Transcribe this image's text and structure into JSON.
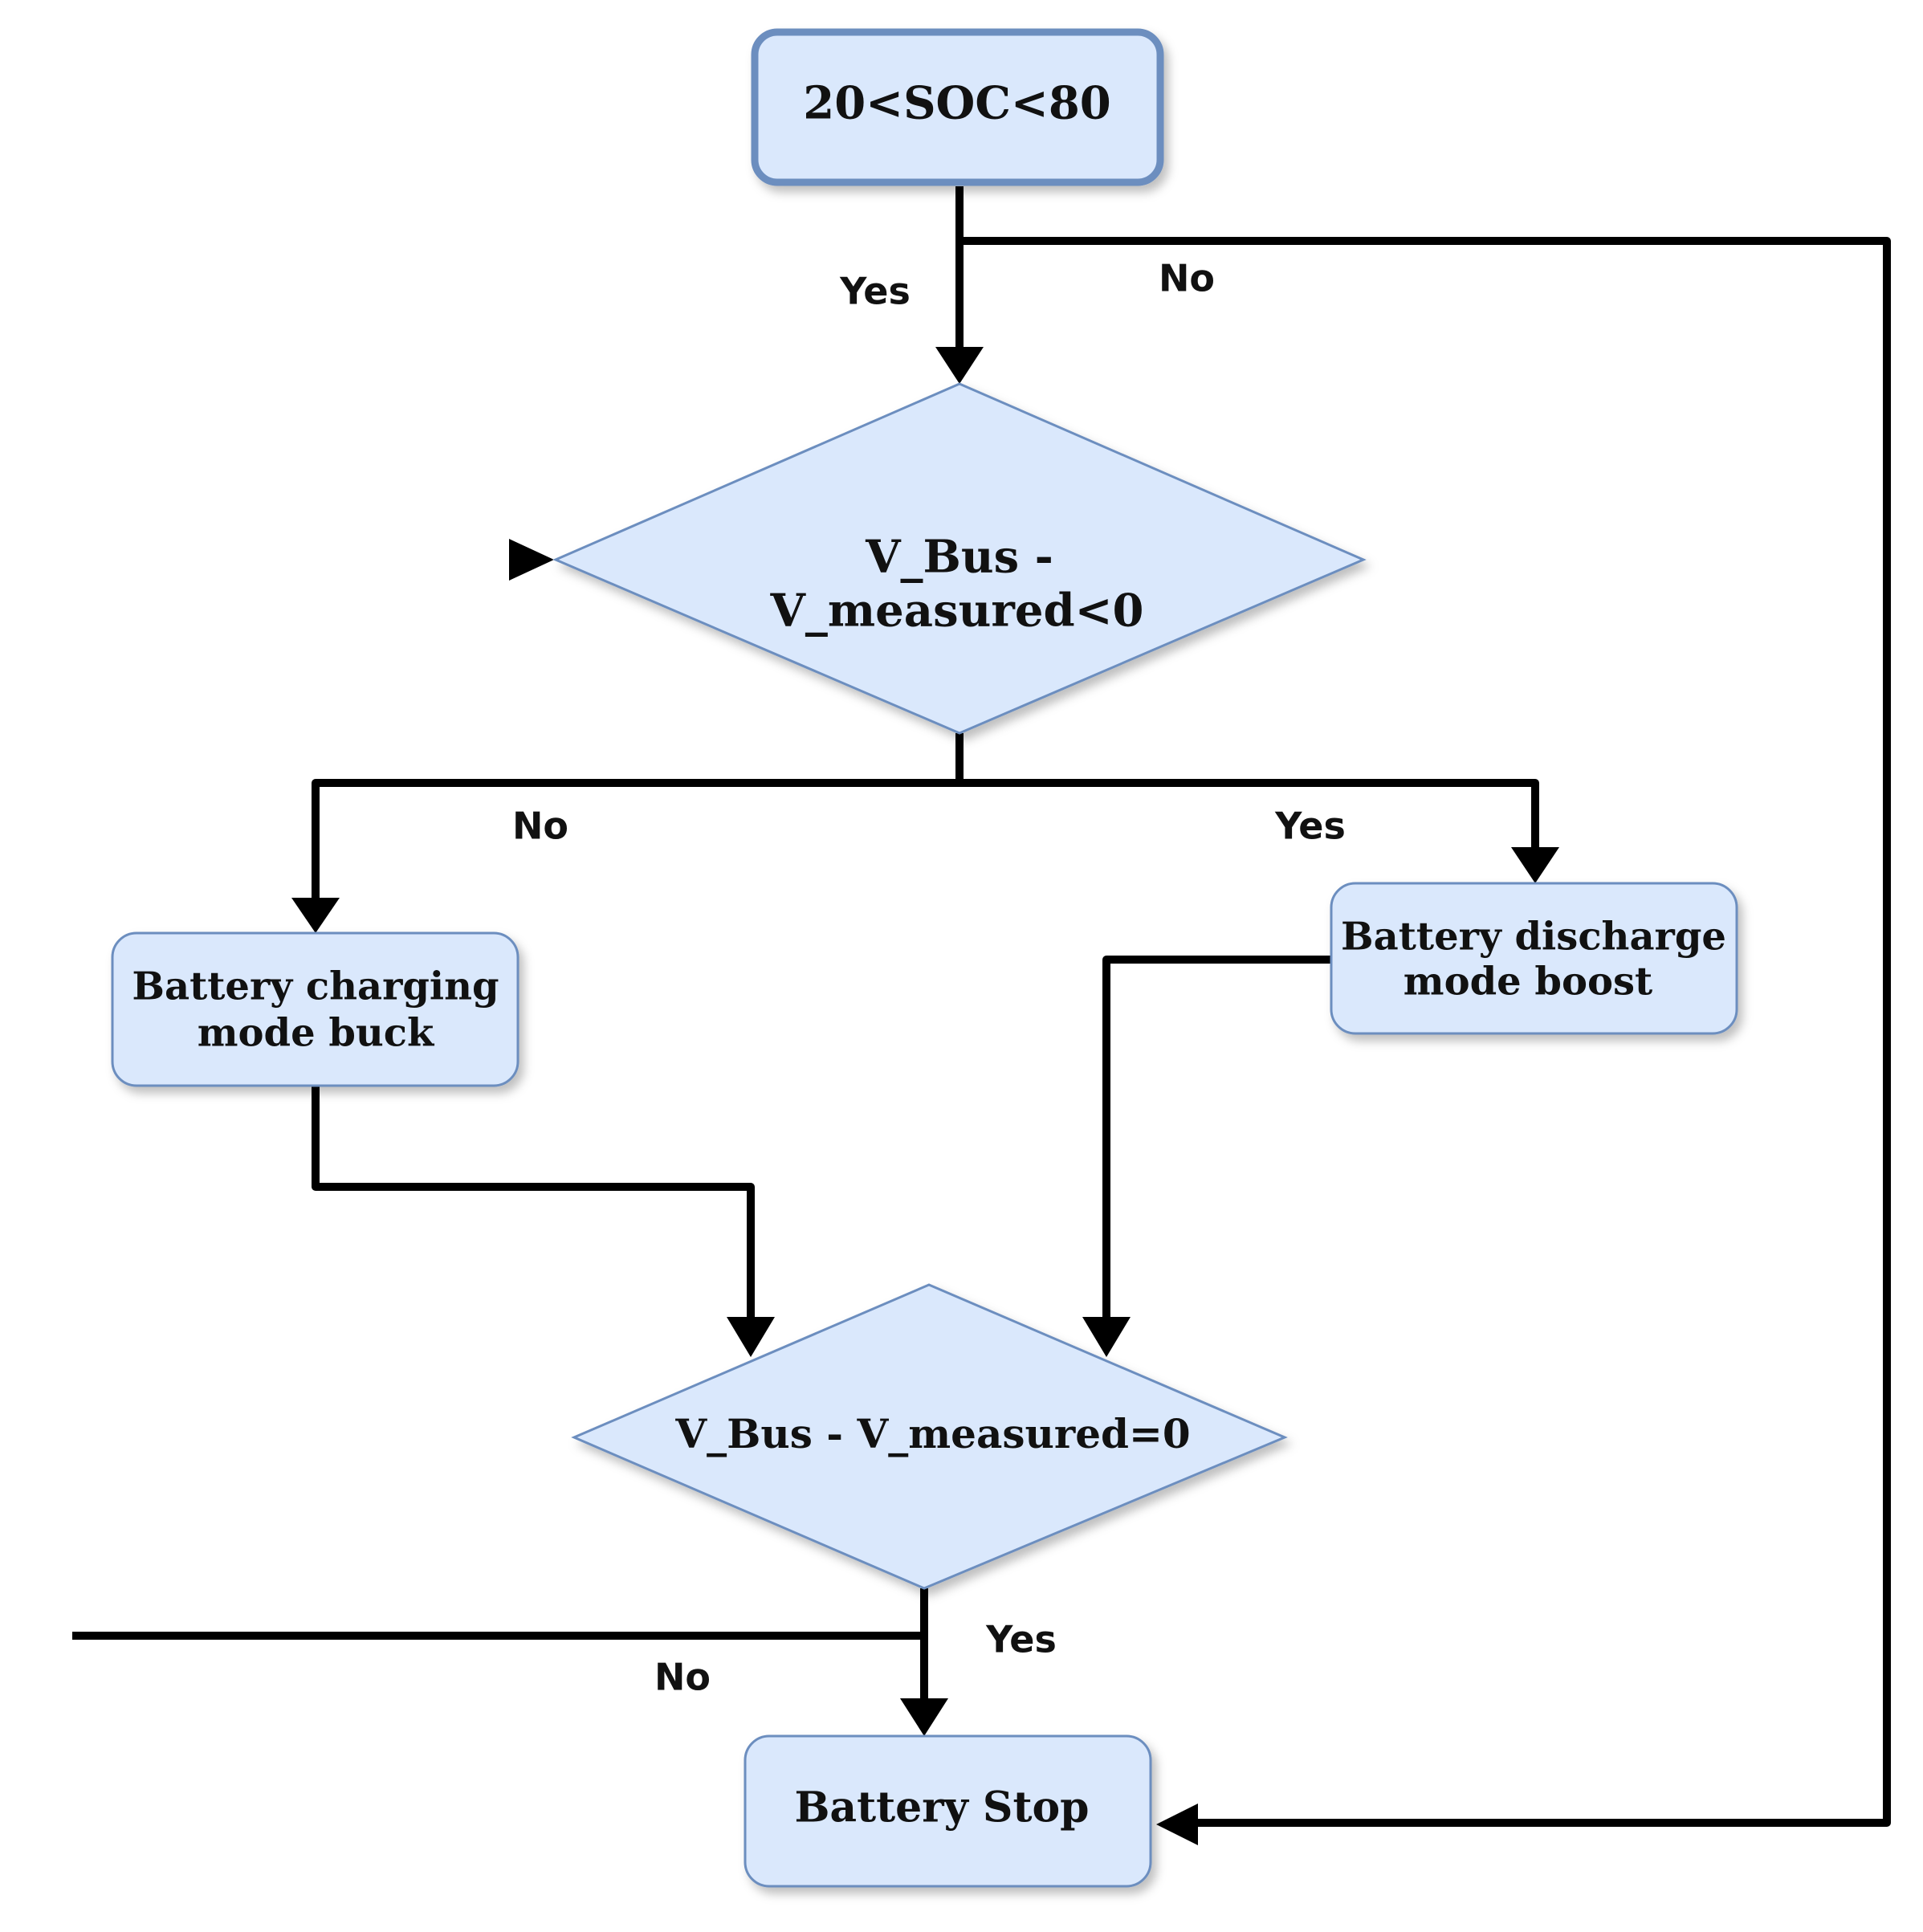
{
  "nodes": {
    "soc_check": "20<SOC<80",
    "vbus_lt": [
      "V_Bus -",
      "V_measured<0"
    ],
    "charging": [
      "Battery charging",
      "mode buck"
    ],
    "discharge": [
      "Battery discharge",
      "mode boost"
    ],
    "vbus_eq": "V_Bus - V_measured=0",
    "stop": "Battery Stop"
  },
  "edges": {
    "soc_yes": "Yes",
    "soc_no": "No",
    "vbus_lt_no": "No",
    "vbus_lt_yes": "Yes",
    "vbus_eq_yes": "Yes",
    "vbus_eq_no": "No"
  },
  "colors": {
    "node_fill": "#dae8fc",
    "node_stroke": "#6c8ebf",
    "line": "#000000"
  }
}
